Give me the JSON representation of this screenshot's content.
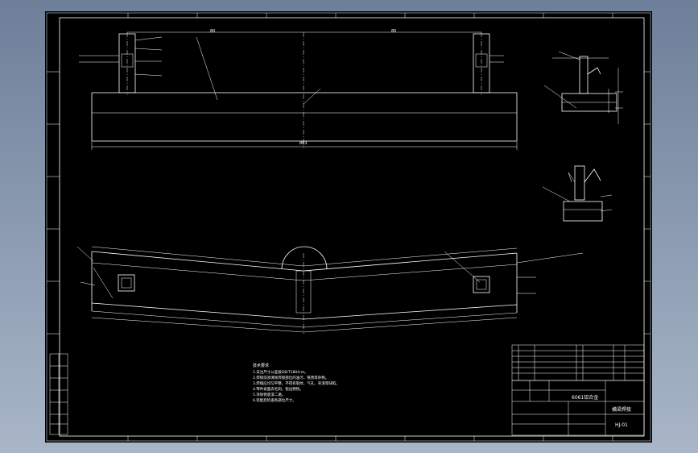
{
  "notes": {
    "heading": "技术要求",
    "lines": [
      "1.未注尺寸公差按GB/T1804-m。",
      "2.焊接前须清除焊接部位的油污、铁锈等杂物。",
      "3.焊缝应均匀平整，不得有裂纹、气孔、夹渣等缺陷。",
      "4.零件表面去毛刺，锐边倒钝。",
      "5.涂防锈底漆二遍。",
      "6.装配后检查各部位尺寸。"
    ]
  },
  "title_block": {
    "product_name": "6061铝合金",
    "drawing_name": "横梁焊接",
    "drawing_code": "HJ-01"
  },
  "dimensions": {
    "top_span_left": "80",
    "top_span_right": "80",
    "overall_length": "883"
  }
}
